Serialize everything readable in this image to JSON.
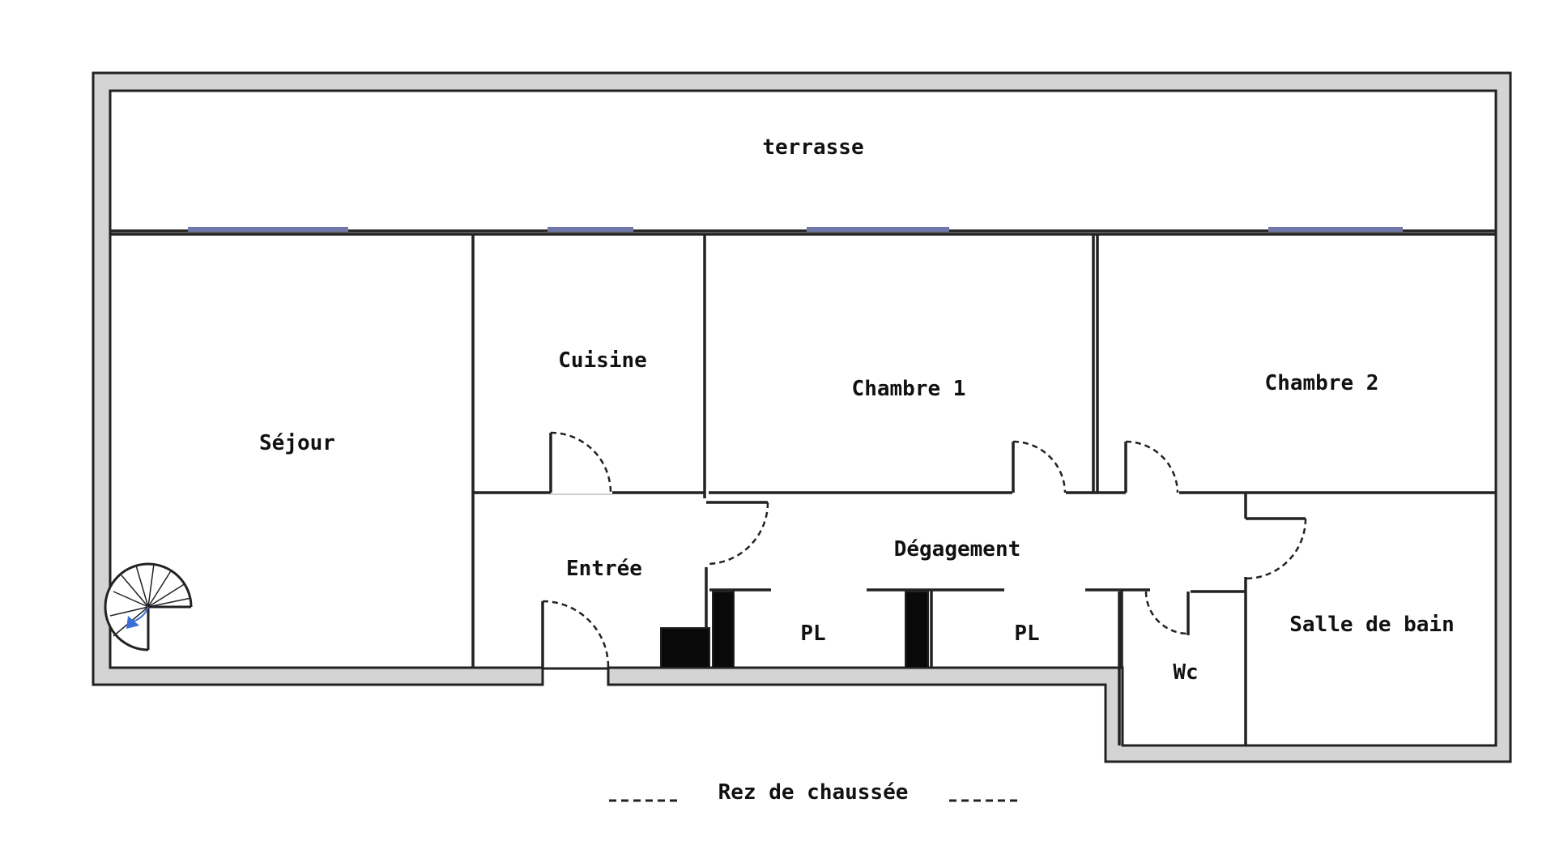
{
  "rooms": {
    "terrasse": "terrasse",
    "sejour": "Séjour",
    "cuisine": "Cuisine",
    "chambre1": "Chambre 1",
    "chambre2": "Chambre 2",
    "entree": "Entrée",
    "degagement": "Dégagement",
    "placard1": "PL",
    "placard2": "PL",
    "wc": "Wc",
    "salle_de_bain": "Salle de bain"
  },
  "caption": "Rez de chaussée",
  "colors": {
    "wall_fill": "#d4d4d4",
    "line": "#222222",
    "window": "#6f78a8",
    "stair_arrow": "#3b6fd6"
  }
}
